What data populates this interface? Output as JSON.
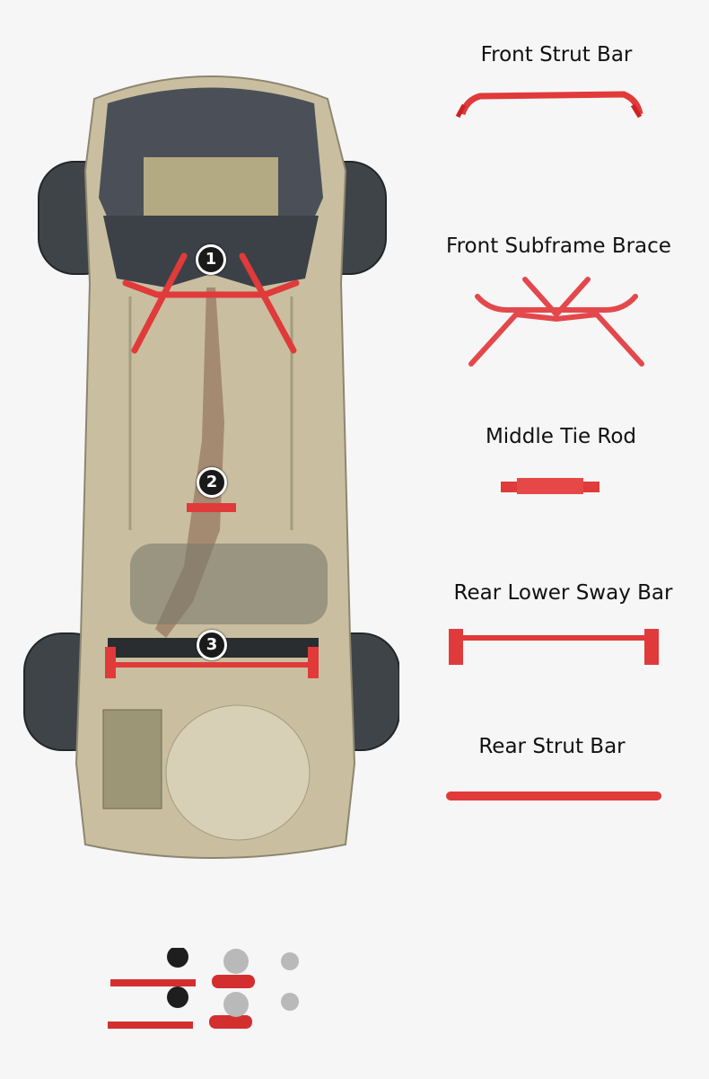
{
  "parts": [
    {
      "id": 1,
      "label": "Front Strut Bar"
    },
    {
      "id": 2,
      "label": "Front Subframe Brace"
    },
    {
      "id": 3,
      "label": "Middle Tie Rod"
    },
    {
      "id": 4,
      "label": "Rear Lower Sway Bar"
    },
    {
      "id": 5,
      "label": "Rear Strut Bar"
    }
  ],
  "markers": [
    {
      "number": "1"
    },
    {
      "number": "2"
    },
    {
      "number": "3"
    }
  ],
  "colors": {
    "background": "#f6f6f6",
    "part_red": "#e03a3a",
    "chassis": "#c9bfa0",
    "tire": "#3f4448"
  }
}
